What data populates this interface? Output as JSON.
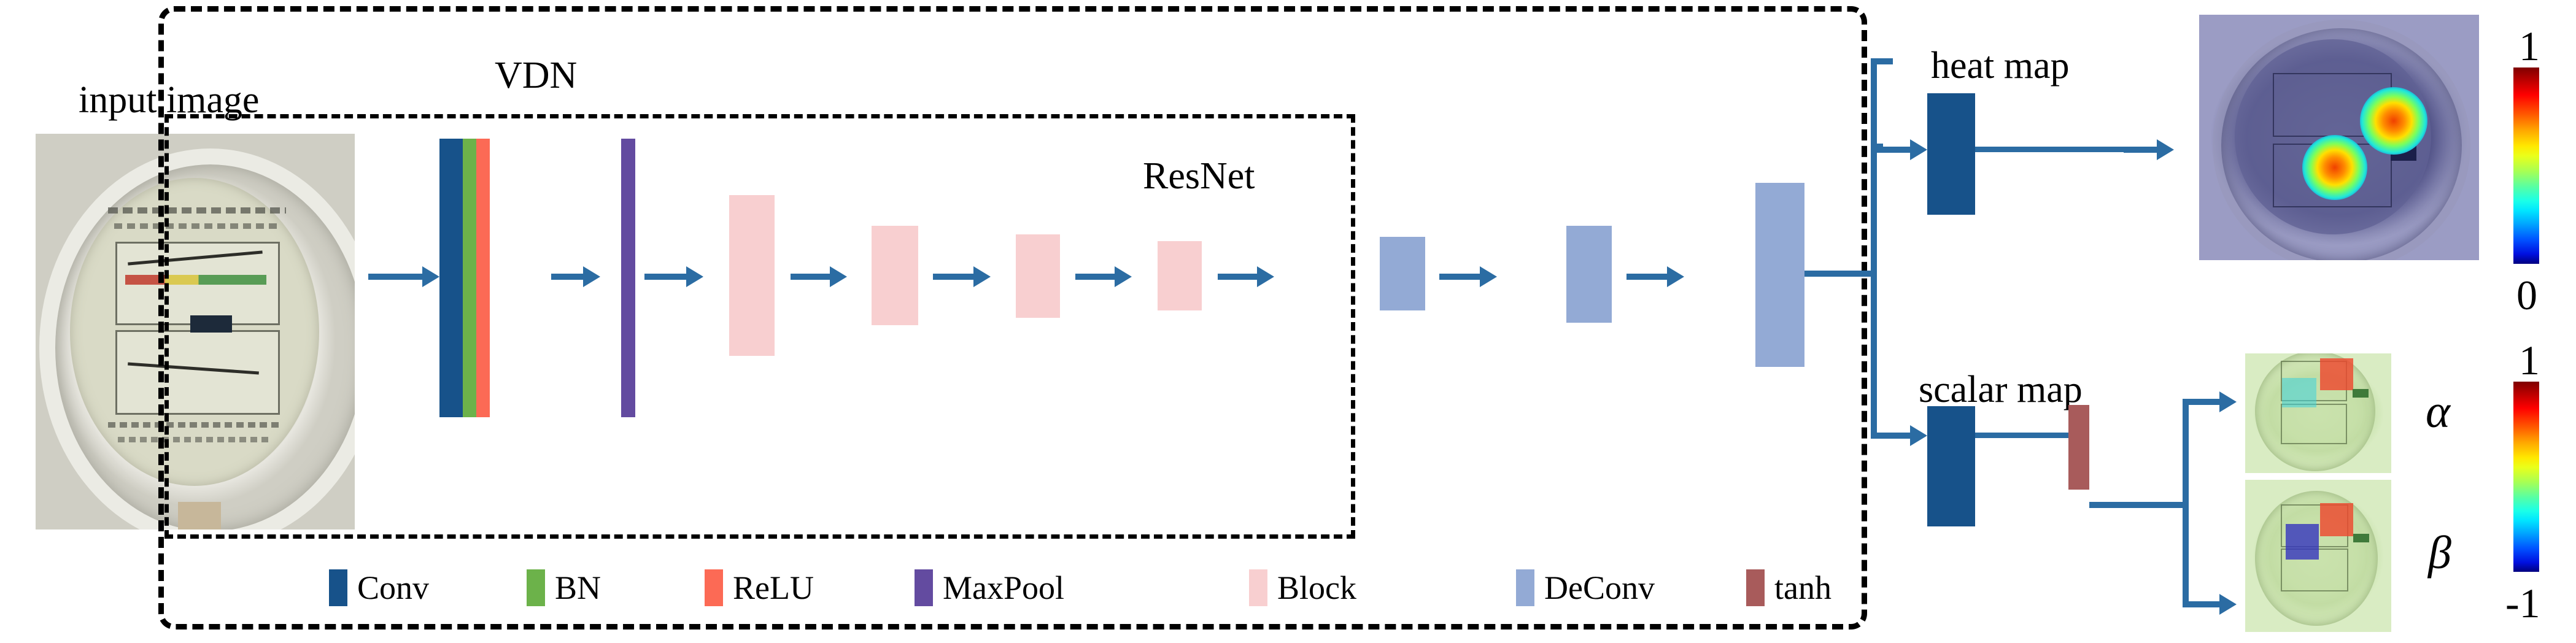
{
  "figure": {
    "type": "neural-network-architecture-diagram",
    "title_labels": {
      "input_image": "input image",
      "vdn": "VDN",
      "resnet": "ResNet",
      "heat_map": "heat map",
      "scalar_map": "scalar map"
    }
  },
  "legend": {
    "items": [
      {
        "label": "Conv",
        "color": "#17528a",
        "icon": "conv-swatch"
      },
      {
        "label": "BN",
        "color": "#6cb24a",
        "icon": "bn-swatch"
      },
      {
        "label": "ReLU",
        "color": "#fc6a55",
        "icon": "relu-swatch"
      },
      {
        "label": "MaxPool",
        "color": "#634ba0",
        "icon": "maxpool-swatch"
      },
      {
        "label": "Block",
        "color": "#f8cfd0",
        "icon": "block-swatch"
      },
      {
        "label": "DeConv",
        "color": "#93aad5",
        "icon": "deconv-swatch"
      },
      {
        "label": "tanh",
        "color": "#a85b5b",
        "icon": "tanh-swatch"
      }
    ]
  },
  "stem": {
    "layers": [
      {
        "name": "Conv",
        "color": "#17528a"
      },
      {
        "name": "BN",
        "color": "#6cb24a"
      },
      {
        "name": "ReLU",
        "color": "#fc6a55"
      },
      {
        "name": "MaxPool",
        "color": "#634ba0"
      }
    ]
  },
  "resnet_blocks": [
    {
      "name": "Block",
      "color": "#f8cfd0"
    },
    {
      "name": "Block",
      "color": "#f8cfd0"
    },
    {
      "name": "Block",
      "color": "#f8cfd0"
    },
    {
      "name": "Block",
      "color": "#f8cfd0"
    }
  ],
  "deconv_blocks": [
    {
      "name": "DeConv",
      "color": "#93aad5"
    },
    {
      "name": "DeConv",
      "color": "#93aad5"
    },
    {
      "name": "DeConv",
      "color": "#93aad5"
    }
  ],
  "heads": {
    "heat": {
      "label": "heat map",
      "layers": [
        {
          "name": "Conv",
          "color": "#17528a"
        }
      ]
    },
    "scalar": {
      "label": "scalar map",
      "layers": [
        {
          "name": "Conv",
          "color": "#17528a"
        },
        {
          "name": "tanh",
          "color": "#a85b5b"
        }
      ]
    }
  },
  "outputs": [
    {
      "name": "heat-map-overlay",
      "caption": ""
    },
    {
      "name": "alpha-map-overlay",
      "caption": "α"
    },
    {
      "name": "beta-map-overlay",
      "caption": "β"
    }
  ],
  "colorbars": [
    {
      "name": "heatmap-colorbar",
      "top_label": "1",
      "bottom_label": "0",
      "colormap": "jet"
    },
    {
      "name": "scalar-colorbar",
      "top_label": "1",
      "bottom_label": "-1",
      "colormap": "jet"
    }
  ],
  "chart_data": {
    "type": "diagram",
    "title": "VDN network architecture",
    "pipeline": [
      "input image",
      "Conv",
      "BN",
      "ReLU",
      "MaxPool",
      "Block",
      "Block",
      "Block",
      "Block",
      "DeConv",
      "DeConv",
      "DeConv",
      "heat map (Conv)",
      "scalar map (Conv + tanh)"
    ],
    "branches": [
      {
        "from": "DeConv 3",
        "to": "heat map",
        "output": "heat map overlay"
      },
      {
        "from": "DeConv 3",
        "to": "scalar map",
        "output": [
          "alpha",
          "beta"
        ]
      }
    ],
    "colorbar_ranges": [
      [
        0,
        1
      ],
      [
        -1,
        1
      ]
    ]
  }
}
